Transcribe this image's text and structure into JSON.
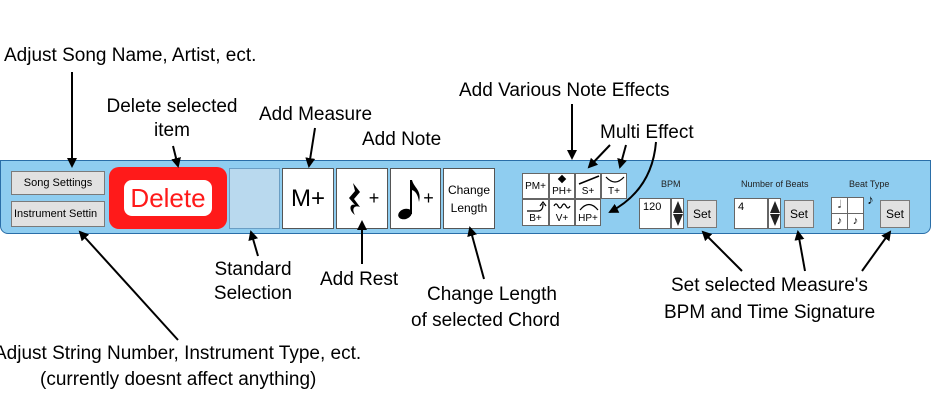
{
  "annotations": {
    "song_settings": "Adjust Song Name, Artist, ect.",
    "delete": "Delete selected item",
    "add_measure": "Add Measure",
    "add_note": "Add Note",
    "note_effects": "Add Various Note Effects",
    "multi_effect": "Multi Effect",
    "standard_selection": "Standard Selection",
    "add_rest": "Add Rest",
    "change_length_line1": "Change Length",
    "change_length_line2": "of selected Chord",
    "set_measure_line1": "Set selected Measure's",
    "set_measure_line2": "BPM and Time Signature",
    "instrument_line1": "Adjust String Number, Instrument Type, ect.",
    "instrument_line2": "(currently doesnt affect anything)"
  },
  "toolbar": {
    "song_settings_label": "Song Settings",
    "instrument_settings_label": "Instrument Settin",
    "delete_label": "Delete",
    "measure_label": "M+",
    "rest_plus": "+",
    "note_plus": "+",
    "change_length_line1": "Change",
    "change_length_line2": "Length",
    "effects_top": [
      "PM+",
      "PH+",
      "S+",
      "T+"
    ],
    "effects_bottom": [
      "B+",
      "V+",
      "HP+"
    ],
    "bpm_label": "BPM",
    "bpm_value": "120",
    "beats_label": "Number of Beats",
    "beats_value": "4",
    "beat_type_label": "Beat Type",
    "set_label": "Set",
    "colors": {
      "toolbar_bg": "#8fcdf0",
      "delete_bg": "#ff1a1a",
      "selection_bg": "#b9d9ee"
    }
  }
}
